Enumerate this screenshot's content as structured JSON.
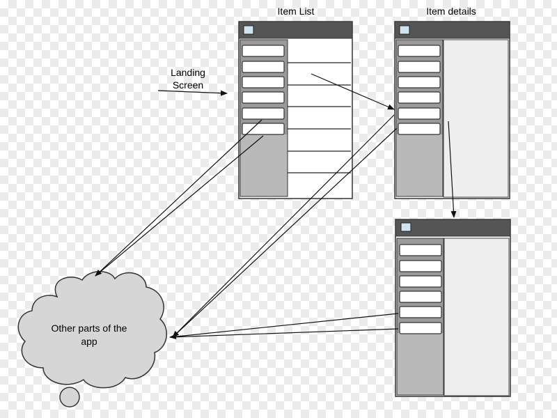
{
  "labels": {
    "item_list": "Item List",
    "item_details": "Item details",
    "landing_line1": "Landing",
    "landing_line2": "Screen",
    "cloud_line1": "Other parts of the",
    "cloud_line2": "app"
  },
  "colors": {
    "title_bar": "#555555",
    "sidebar": "#9a9a9a",
    "sidebar_lower": "#b9b9b9",
    "cloud": "#d6d6d6"
  }
}
